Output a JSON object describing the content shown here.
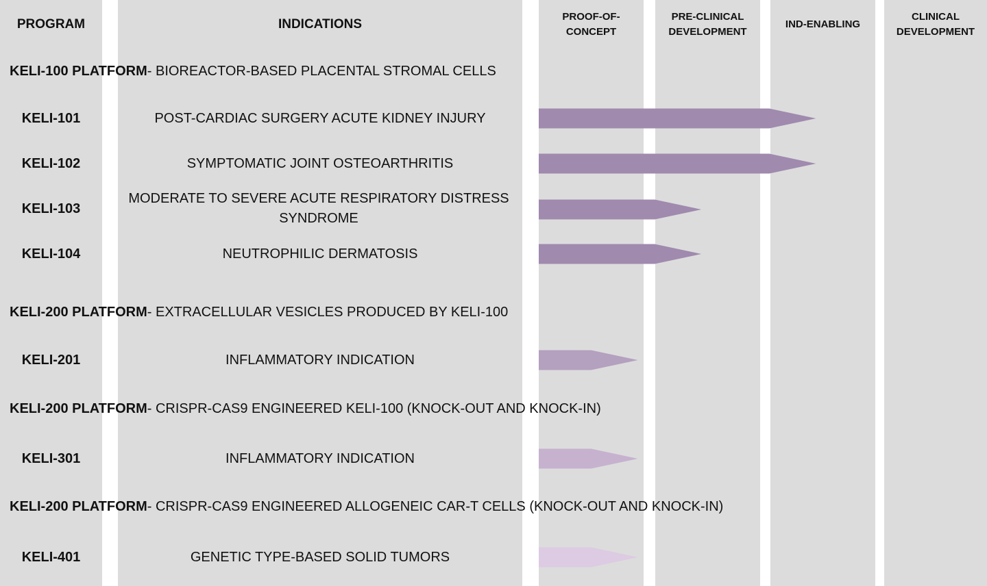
{
  "columns": [
    {
      "label": "PROGRAM",
      "id": "program"
    },
    {
      "label": "INDICATIONS",
      "id": "indications"
    },
    {
      "label": "PROOF-OF-\nCONCEPT",
      "id": "proof-of-concept"
    },
    {
      "label": "PRE-CLINICAL\nDEVELOPMENT",
      "id": "pre-clinical-development"
    },
    {
      "label": "IND-ENABLING",
      "id": "ind-enabling"
    },
    {
      "label": "CLINICAL\nDEVELOPMENT",
      "id": "clinical-development"
    }
  ],
  "chart_data": {
    "type": "bar",
    "stages": [
      "PROOF-OF-CONCEPT",
      "PRE-CLINICAL DEVELOPMENT",
      "IND-ENABLING",
      "CLINICAL DEVELOPMENT"
    ],
    "groups": [
      {
        "title": "KELI-100 PLATFORM",
        "subtitle": " - BIOREACTOR-BASED PLACENTAL STROMAL CELLS",
        "color": "#a08aae",
        "programs": [
          {
            "name": "KELI-101",
            "indication": "POST-CARDIAC SURGERY ACUTE KIDNEY INJURY",
            "progress": 2.4
          },
          {
            "name": "KELI-102",
            "indication": "SYMPTOMATIC JOINT OSTEOARTHRITIS",
            "progress": 2.4
          },
          {
            "name": "KELI-103",
            "indication": "MODERATE TO SEVERE ACUTE RESPIRATORY DISTRESS SYNDROME",
            "progress": 1.4
          },
          {
            "name": "KELI-104",
            "indication": "NEUTROPHILIC DERMATOSIS",
            "progress": 1.4
          }
        ]
      },
      {
        "title": "KELI-200 PLATFORM",
        "subtitle": " - EXTRACELLULAR VESICLES PRODUCED BY KELI-100",
        "color": "#b4a0bf",
        "programs": [
          {
            "name": "KELI-201",
            "indication": "INFLAMMATORY INDICATION",
            "progress": 0.85
          }
        ]
      },
      {
        "title": "KELI-200 PLATFORM",
        "subtitle": " - CRISPR-CAS9 ENGINEERED KELI-100 (KNOCK-OUT AND KNOCK-IN)",
        "color": "#c6b2cf",
        "programs": [
          {
            "name": "KELI-301",
            "indication": "INFLAMMATORY INDICATION",
            "progress": 0.85
          }
        ]
      },
      {
        "title": "KELI-200 PLATFORM",
        "subtitle": " - CRISPR-CAS9 ENGINEERED ALLOGENEIC CAR-T CELLS (KNOCK-OUT AND KNOCK-IN)",
        "color": "#dccbe2",
        "programs": [
          {
            "name": "KELI-401",
            "indication": "GENETIC TYPE-BASED SOLID TUMORS",
            "progress": 0.85
          }
        ]
      }
    ]
  }
}
